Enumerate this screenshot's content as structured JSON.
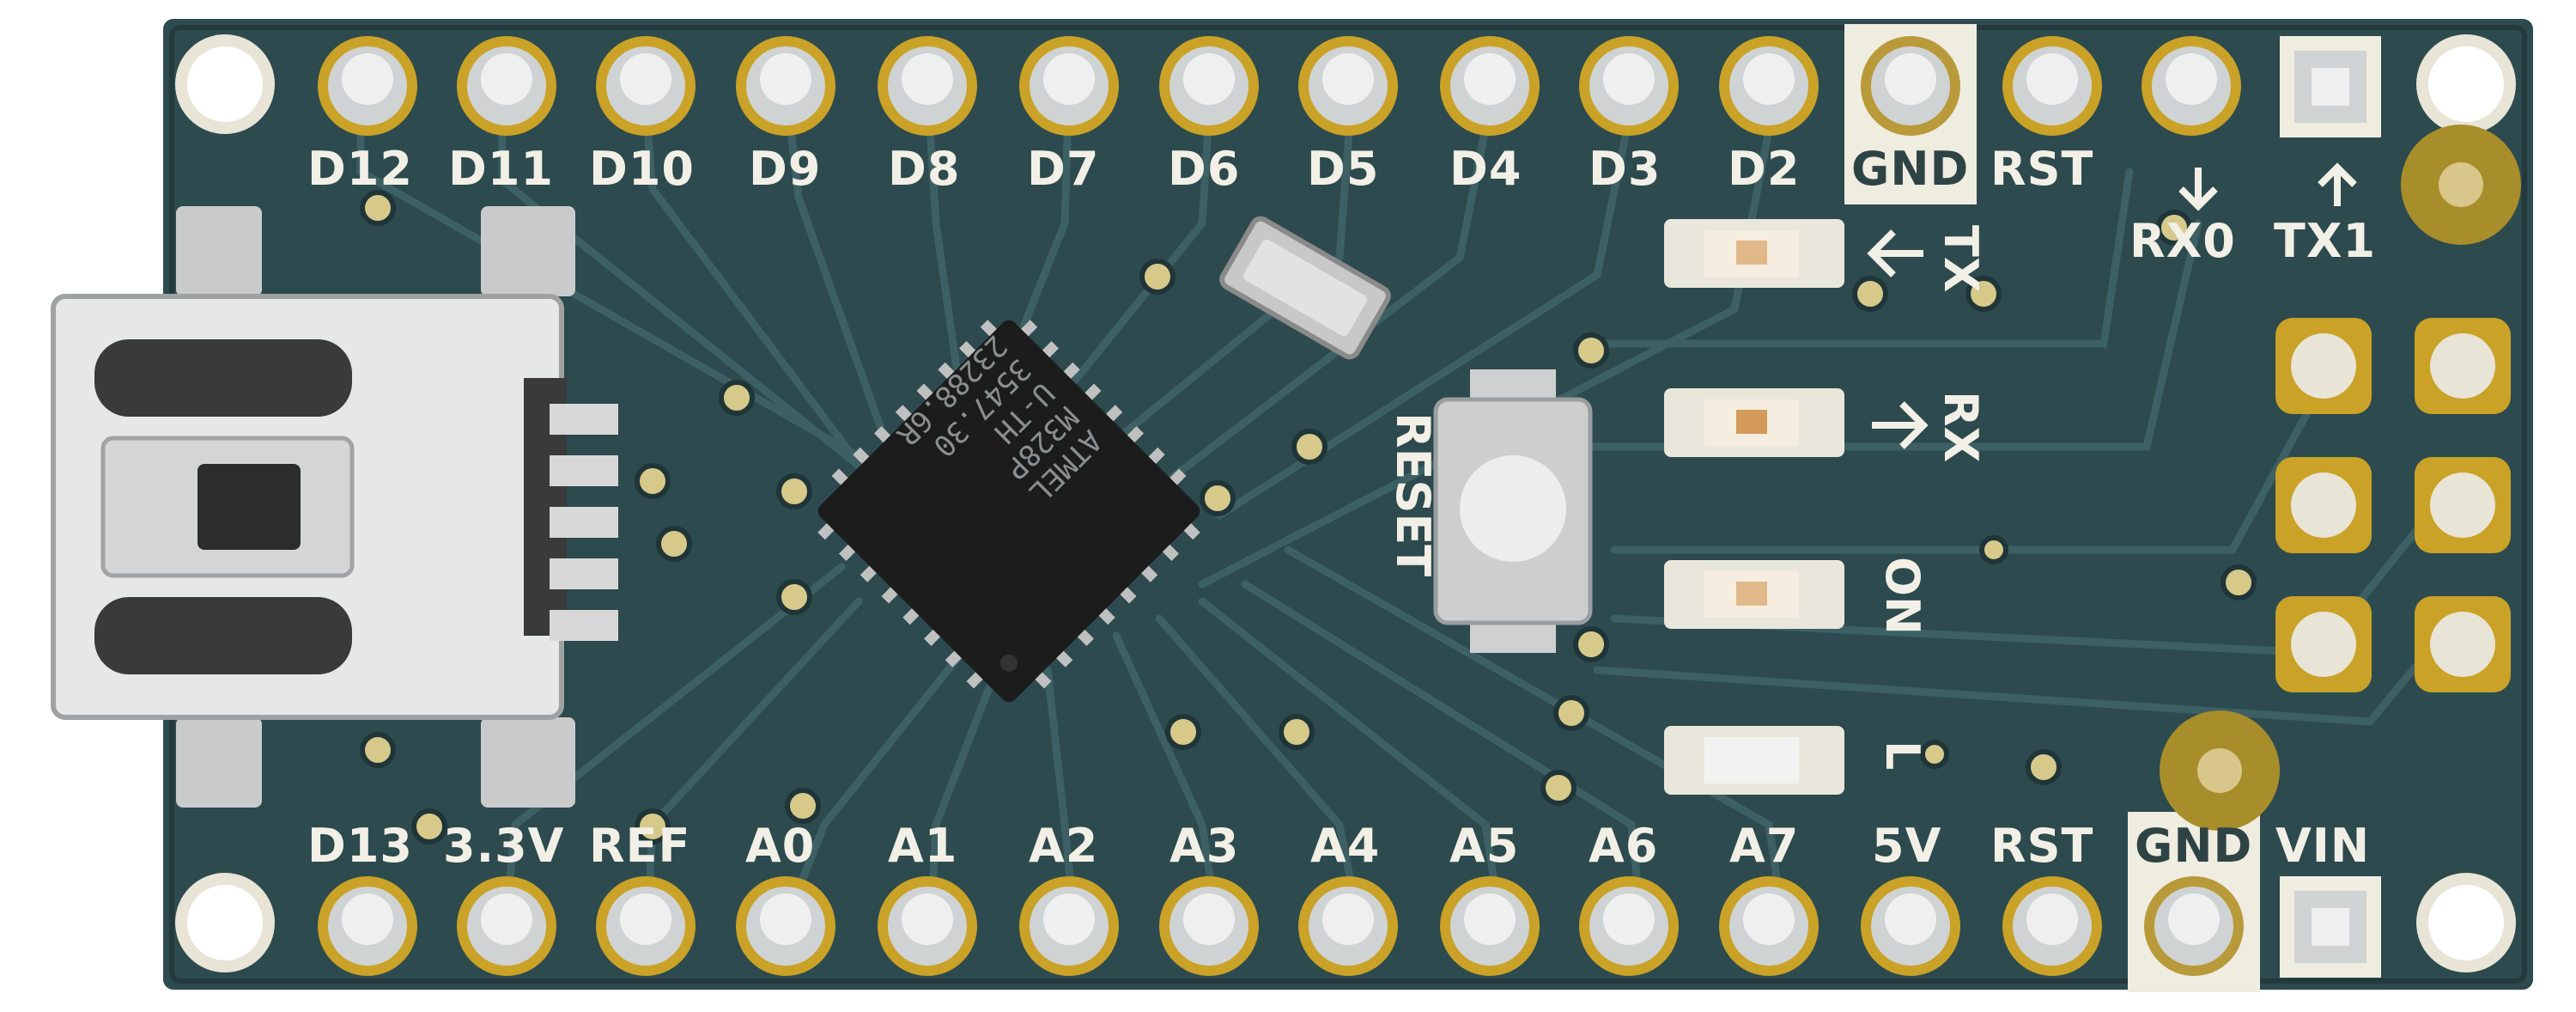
{
  "board": {
    "top_pins": [
      "D12",
      "D11",
      "D10",
      "D9",
      "D8",
      "D7",
      "D6",
      "D5",
      "D4",
      "D3",
      "D2",
      "GND",
      "RST",
      "RX0",
      "TX1"
    ],
    "bottom_pins": [
      "D13",
      "3.3V",
      "REF",
      "A0",
      "A1",
      "A2",
      "A3",
      "A4",
      "A5",
      "A6",
      "A7",
      "5V",
      "RST",
      "GND",
      "VIN"
    ],
    "leds": {
      "tx": "TX",
      "rx": "RX",
      "on": "ON",
      "l": "L"
    },
    "reset_label": "RESET",
    "chip_text": [
      "ATMEL",
      "M328P",
      "U-TH",
      "3547.30",
      "23288.6R"
    ]
  },
  "colors": {
    "pcb": "#2d4a4e",
    "pcb_dark": "#1f3538",
    "trace": "#3a5a5e",
    "silk": "#f2f0e6",
    "copper": "#c9a227",
    "chip": "#1c1c1c",
    "metal": "#d8d8d8"
  }
}
